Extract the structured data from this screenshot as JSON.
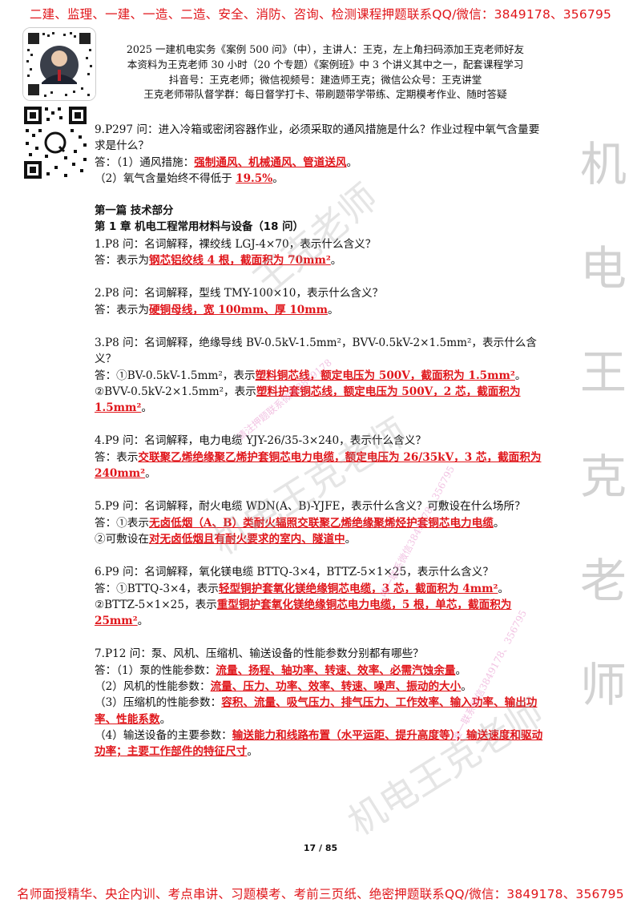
{
  "banner": {
    "top": "二建、监理、一建、一造、二造、安全、消防、咨询、检测课程押题联系QQ/微信：3849178、356795",
    "bottom": "名师面授精华、央企内训、考点串讲、习题模考、考前三页纸、绝密押题联系QQ/微信：3849178、356795"
  },
  "header": {
    "line1": "2025 一建机电实务《案例 500 问》（中），主讲人：王克，左上角扫码添加王克老师好友",
    "line2": "本资料为王克老师 30 小时（20 个专题）《案例班》中 3 个讲义其中之一，配套课程学习",
    "line3": "抖音号：王克老师；微信视频号：建造师王克；微信公众号：王克讲堂",
    "line4": "王克老师带队督学群：每日督学打卡、带刷题带学带练、定期模考作业、随时答疑"
  },
  "q9": {
    "q": "9.P297 问：进入冷箱或密闭容器作业，必须采取的通风措施是什么？作业过程中氧气含量要求是什么？",
    "a1_pre": "答：（1）通风措施：",
    "a1_red": "强制通风、机械通风、管道送风",
    "a1_post": "。",
    "a2_pre": "（2）氧气含量始终不得低于 ",
    "a2_red": "19.5%",
    "a2_post": "。"
  },
  "part_title": "第一篇  技术部分",
  "chapter_title": "第 1 章  机电工程常用材料与设备（18 问）",
  "q1": {
    "q": "1.P8 问：名词解释，裸绞线 LGJ-4×70，表示什么含义？",
    "a_pre": "答：表示为",
    "a_red": "钢芯铝绞线 4 根，截面积为 70mm²",
    "a_post": "。"
  },
  "q2": {
    "q": "2.P8 问：名词解释，型线 TMY-100×10，表示什么含义？",
    "a_pre": "答：表示为",
    "a_red": "硬铜母线，宽 100mm、厚 10mm",
    "a_post": "。"
  },
  "q3": {
    "q": "3.P8 问：名词解释，绝缘导线 BV-0.5kV-1.5mm²，BVV-0.5kV-2×1.5mm²，表示什么含义？",
    "a1_pre": "答：①BV-0.5kV-1.5mm²，表示",
    "a1_red": "塑料铜芯线，额定电压为 500V，截面积为 1.5mm²",
    "a1_post": "。",
    "a2_pre": "②BVV-0.5kV-2×1.5mm²，表示",
    "a2_red": "塑料护套铜芯线，额定电压为 500V，2 芯，截面积为 1.5mm²",
    "a2_post": "。"
  },
  "q4": {
    "q": "4.P9 问：名词解释，电力电缆 YJY-26/35-3×240，表示什么含义？",
    "a_pre": "答：表示",
    "a_red": "交联聚乙烯绝缘聚乙烯护套铜芯电力电缆，额定电压为 26/35kV，3 芯，截面积为 240mm²",
    "a_post": "。"
  },
  "q5": {
    "q": "5.P9 问：名词解释，耐火电缆 WDN(A、B)-YJFE，表示什么含义？可敷设在什么场所？",
    "a1_pre": "答：①表示",
    "a1_red": "无卤低烟（A、B）类耐火辐照交联聚乙烯绝缘聚烯烃护套铜芯电力电缆",
    "a1_post": "。",
    "a2_pre": "②可敷设在",
    "a2_red": "对无卤低烟且有耐火要求的室内、隧道中",
    "a2_post": "。"
  },
  "q6": {
    "q": "6.P9 问：名词解释，氧化镁电缆 BTTQ-3×4，BTTZ-5×1×25，表示什么含义？",
    "a1_pre": "答：①BTTQ-3×4，表示",
    "a1_red": "轻型铜护套氧化镁绝缘铜芯电缆，3 芯，截面积为 4mm²",
    "a1_post": "。",
    "a2_pre": "②BTTZ-5×1×25，表示",
    "a2_red": "重型铜护套氧化镁绝缘铜芯电力电缆，5 根，单芯，截面积为 25mm²",
    "a2_post": "。"
  },
  "q7": {
    "q": "7.P12 问：泵、风机、压缩机、输送设备的性能参数分别都有哪些？",
    "a1_pre": "答：（1）泵的性能参数：",
    "a1_red": "流量、扬程、轴功率、转速、效率、必需汽蚀余量",
    "a1_post": "。",
    "a2_pre": "（2）风机的性能参数：",
    "a2_red": "流量、压力、功率、效率、转速、噪声、振动的大小",
    "a2_post": "。",
    "a3_pre": "（3）压缩机的性能参数：",
    "a3_red": "容积、流量、吸气压力、排气压力、工作效率、输入功率、输出功率、性能系数",
    "a3_post": "。",
    "a4_pre": "（4）输送设备的主要参数：",
    "a4_red": "输送能力和线路布置（水平运距、提升高度等）；输送速度和驱动功率；主要工作部件的特征尺寸",
    "a4_post": "。"
  },
  "page_number": "17 / 85",
  "watermarks": {
    "side": [
      "机",
      "电",
      "王",
      "克",
      "老",
      "师"
    ],
    "teacher_1": "王克老师",
    "teacher_2": "机电王克老师",
    "teacher_3": "机电王克老师",
    "contact_1": "唯一联系微信3849178、356795",
    "contact_2": "唯一联系微信3849178、356795",
    "contact_3": "请注押题联系微信3849178"
  }
}
